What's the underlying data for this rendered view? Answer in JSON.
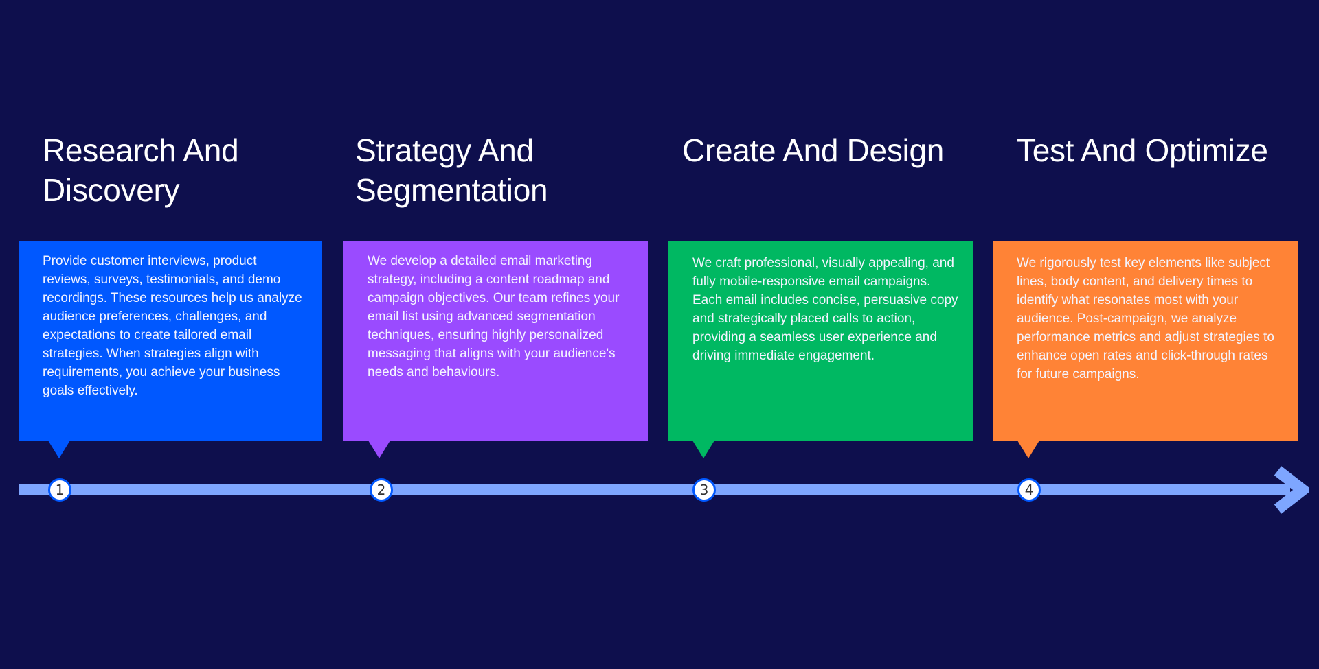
{
  "colors": {
    "background": "#0e0f4d",
    "timeline": "#7ea6ff",
    "marker_border": "#0058ff",
    "step1": "#0058ff",
    "step2": "#9a4bff",
    "step3": "#00b862",
    "step4": "#ff8336"
  },
  "steps": [
    {
      "number": "1",
      "title": "Research And\nDiscovery",
      "body": "Provide customer interviews, product reviews, surveys, testimonials, and demo recordings. These resources help us analyze audience preferences, challenges, and expectations to create tailored email strategies. When strategies align with requirements, you achieve your business goals effectively."
    },
    {
      "number": "2",
      "title": "Strategy And\nSegmentation",
      "body": "We develop a detailed email marketing strategy, including a content roadmap and campaign objectives. Our team refines your email list using advanced segmentation techniques, ensuring highly personalized messaging that aligns with your audience's needs and behaviours."
    },
    {
      "number": "3",
      "title": "Create And Design",
      "body": "We craft professional, visually appealing, and fully mobile-responsive email campaigns. Each email includes concise, persuasive copy and strategically placed calls to action, providing a seamless user experience and driving immediate engagement."
    },
    {
      "number": "4",
      "title": "Test And Optimize",
      "body": "We rigorously test key elements like subject lines, body content, and delivery times to identify what resonates most with your audience. Post-campaign, we analyze performance metrics and adjust strategies to enhance open rates and click-through rates for future campaigns."
    }
  ],
  "icons": {
    "timeline_arrow": "arrow-right-icon"
  }
}
